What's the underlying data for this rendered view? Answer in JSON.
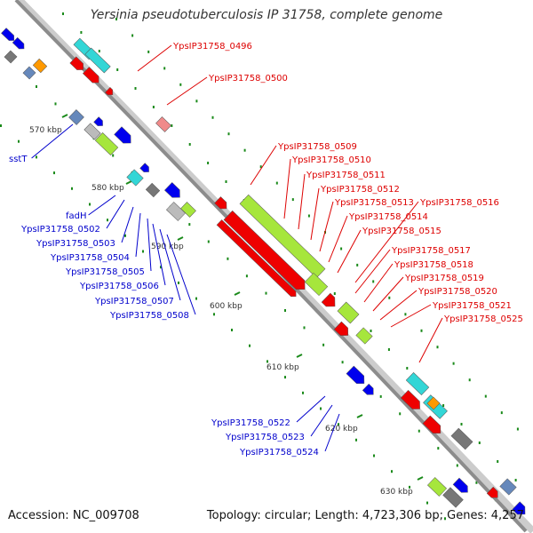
{
  "title": "Yersinia pseudotuberculosis IP 31758, complete genome",
  "footer": {
    "accession": "Accession: NC_009708",
    "summary": "Topology: circular; Length: 4,723,306 bp; Genes: 4,257"
  },
  "colors": {
    "backbone": "#8c8c8c",
    "tick": "#1a8a1a",
    "forward_label": "#dd0000",
    "reverse_label": "#0000cc",
    "red": "#ee0000",
    "lime": "#a6e63c",
    "cyan": "#33d6d6",
    "blue": "#0000ee",
    "pink": "#f08a8a",
    "grey": "#bbbbbb",
    "darkgrey": "#777777",
    "orange": "#ff9900",
    "steel": "#6688bb"
  },
  "tick_labels": [
    "570 kbp",
    "580 kbp",
    "590 kbp",
    "600 kbp",
    "610 kbp",
    "620 kbp",
    "630 kbp"
  ],
  "forward_genes": [
    "YpsIP31758_0496",
    "YpsIP31758_0500",
    "YpsIP31758_0509",
    "YpsIP31758_0510",
    "YpsIP31758_0511",
    "YpsIP31758_0512",
    "YpsIP31758_0513",
    "YpsIP31758_0514",
    "YpsIP31758_0515",
    "YpsIP31758_0516",
    "YpsIP31758_0517",
    "YpsIP31758_0518",
    "YpsIP31758_0519",
    "YpsIP31758_0520",
    "YpsIP31758_0521",
    "YpsIP31758_0525"
  ],
  "reverse_genes": [
    "sstT",
    "fadH",
    "YpsIP31758_0502",
    "YpsIP31758_0503",
    "YpsIP31758_0504",
    "YpsIP31758_0505",
    "YpsIP31758_0506",
    "YpsIP31758_0507",
    "YpsIP31758_0508",
    "YpsIP31758_0522",
    "YpsIP31758_0523",
    "YpsIP31758_0524"
  ]
}
